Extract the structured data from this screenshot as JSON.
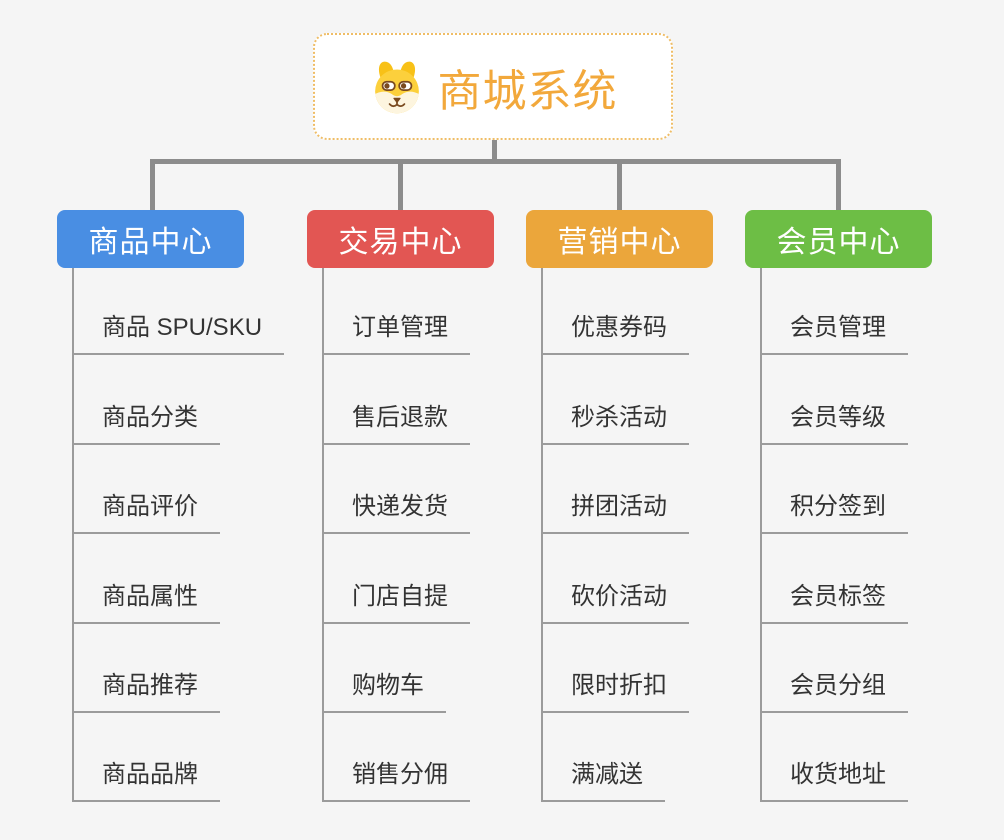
{
  "page": {
    "background_color": "#f5f5f5",
    "connector_color": "#8c8c8c",
    "underline_color": "#9b9b9b",
    "leaf_text_color": "#333333"
  },
  "root": {
    "title": "商城系统",
    "icon": "dog-face-icon",
    "text_color": "#f2a83b",
    "border_color": "#efbd66",
    "background_color": "#ffffff"
  },
  "branches": [
    {
      "label": "商品中心",
      "color": "#498ee3",
      "items": [
        "商品 SPU/SKU",
        "商品分类",
        "商品评价",
        "商品属性",
        "商品推荐",
        "商品品牌"
      ]
    },
    {
      "label": "交易中心",
      "color": "#e25653",
      "items": [
        "订单管理",
        "售后退款",
        "快递发货",
        "门店自提",
        "购物车",
        "销售分佣"
      ]
    },
    {
      "label": "营销中心",
      "color": "#eba63b",
      "items": [
        "优惠券码",
        "秒杀活动",
        "拼团活动",
        "砍价活动",
        "限时折扣",
        "满减送"
      ]
    },
    {
      "label": "会员中心",
      "color": "#6dbe45",
      "items": [
        "会员管理",
        "会员等级",
        "积分签到",
        "会员标签",
        "会员分组",
        "收货地址"
      ]
    }
  ]
}
